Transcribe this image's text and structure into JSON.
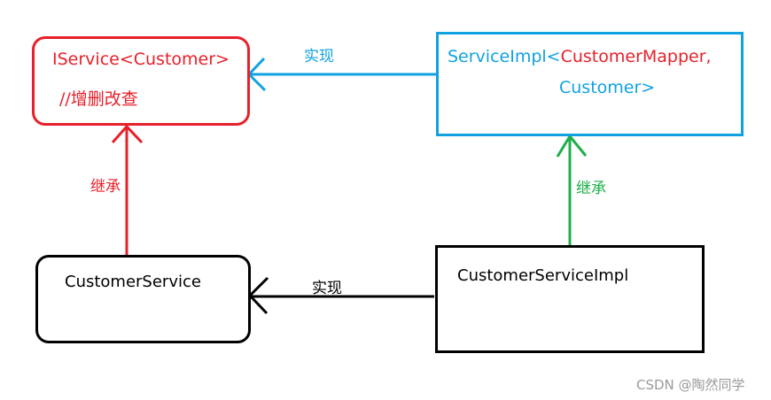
{
  "colors": {
    "red": "#e8202a",
    "blue": "#10a2e0",
    "green": "#1db04a",
    "black": "#000000",
    "watermark": "#9a9a9a"
  },
  "nodes": {
    "iservice": {
      "title": "IService<Customer>",
      "comment": "//增删改查"
    },
    "service_impl": {
      "prefix": "ServiceImpl<",
      "mapper": "CustomerMapper,",
      "entity": "Customer>"
    },
    "customer_service": {
      "title": "CustomerService"
    },
    "customer_service_impl": {
      "title": "CustomerServiceImpl"
    }
  },
  "edges": {
    "impl_top": {
      "label": "实现",
      "from": "ServiceImpl",
      "to": "IService"
    },
    "inherit_left": {
      "label": "继承",
      "from": "CustomerService",
      "to": "IService"
    },
    "inherit_right": {
      "label": "继承",
      "from": "CustomerServiceImpl",
      "to": "ServiceImpl"
    },
    "impl_bottom": {
      "label": "实现",
      "from": "CustomerServiceImpl",
      "to": "CustomerService"
    }
  },
  "watermark": "CSDN @陶然同学"
}
